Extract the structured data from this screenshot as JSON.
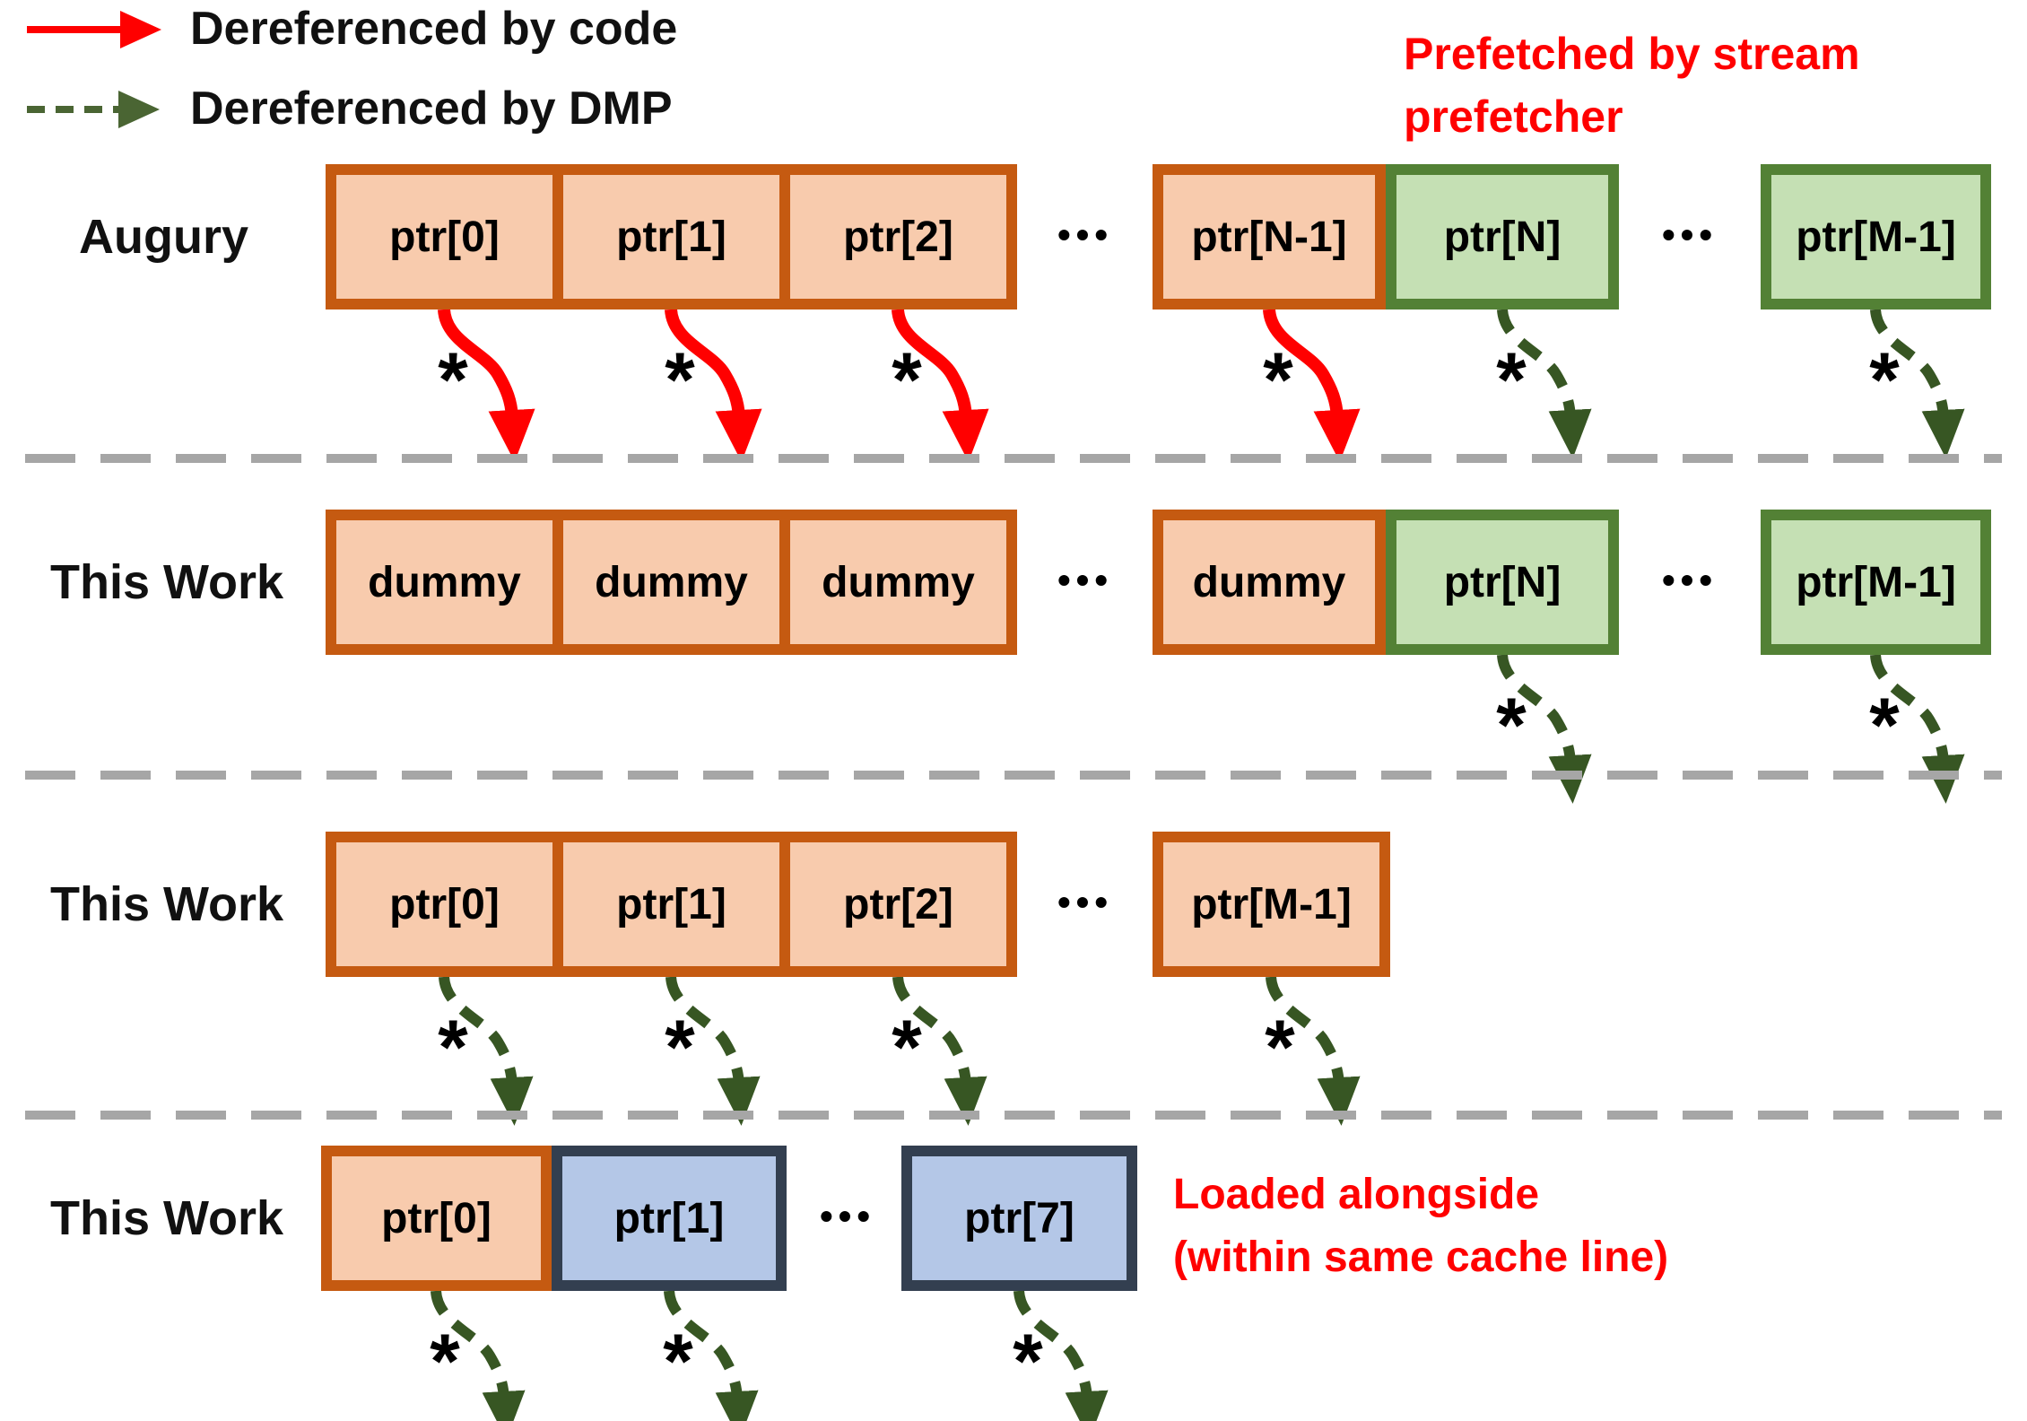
{
  "symbols": {
    "ellipsis": "•••",
    "asterisk": "*"
  },
  "legend": {
    "code": {
      "label": "Dereferenced by code"
    },
    "dmp": {
      "label": "Dereferenced by DMP"
    }
  },
  "annotations": {
    "prefetched": {
      "line1": "Prefetched by stream",
      "line2": "prefetcher"
    },
    "loaded": {
      "line1": "Loaded alongside",
      "line2": "(within same cache line)"
    }
  },
  "rows": [
    {
      "label": "Augury",
      "cells": [
        "ptr[0]",
        "ptr[1]",
        "ptr[2]",
        "ptr[N-1]",
        "ptr[N]",
        "ptr[M-1]"
      ]
    },
    {
      "label": "This Work",
      "cells": [
        "dummy",
        "dummy",
        "dummy",
        "dummy",
        "ptr[N]",
        "ptr[M-1]"
      ]
    },
    {
      "label": "This Work",
      "cells": [
        "ptr[0]",
        "ptr[1]",
        "ptr[2]",
        "ptr[M-1]"
      ]
    },
    {
      "label": "This Work",
      "cells": [
        "ptr[0]",
        "ptr[1]",
        "ptr[7]"
      ]
    }
  ],
  "colors": {
    "red": "#FF0000",
    "orange_border": "#C55A11",
    "orange_fill": "#F8CBAD",
    "green_border": "#538135",
    "green_fill": "#C5E0B4",
    "blue_border": "#333F50",
    "blue_fill": "#B4C7E7",
    "dmp_arrow": "#375623",
    "legend_dmp_arrow": "#4A6533",
    "divider": "#A6A6A6"
  }
}
